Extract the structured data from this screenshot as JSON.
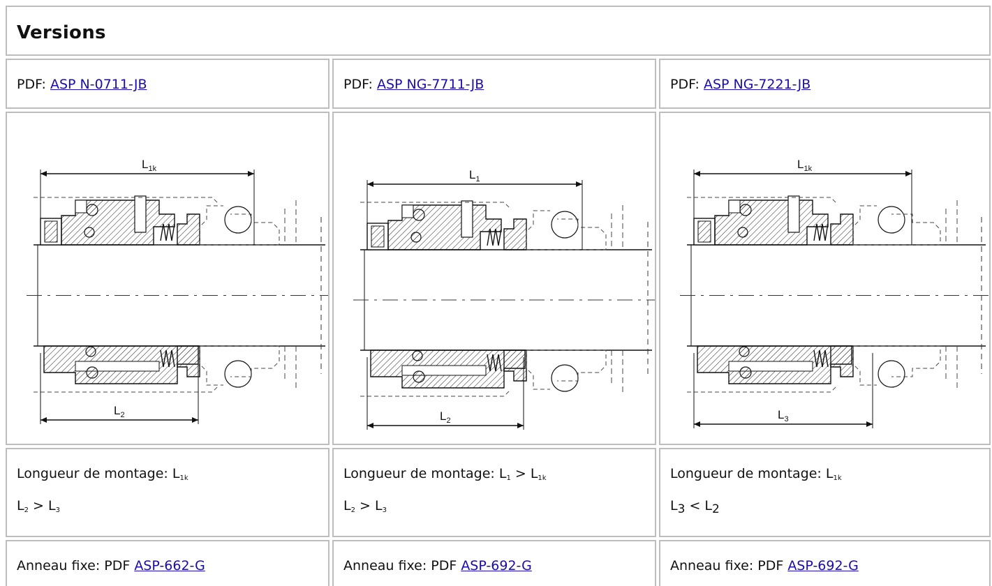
{
  "header": {
    "title": "Versions"
  },
  "columns": [
    {
      "pdf_prefix": "PDF: ",
      "pdf_link": "ASP N-0711-JB",
      "drawing": {
        "top_dim": "L",
        "top_sub": "1k",
        "bottom_dim": "L",
        "bottom_sub": "2"
      },
      "mount_prefix": "Longueur de montage: ",
      "mount_parts": [
        {
          "t": "L",
          "s": "1k"
        }
      ],
      "relation_parts": [
        {
          "t": "L",
          "s": "2"
        },
        {
          "t": " > "
        },
        {
          "t": "L",
          "s": "3"
        }
      ],
      "ring_prefix": "Anneau fixe: PDF ",
      "ring_link": "ASP-662-G"
    },
    {
      "pdf_prefix": "PDF: ",
      "pdf_link": "ASP NG-7711-JB",
      "drawing": {
        "top_dim": "L",
        "top_sub": "1",
        "bottom_dim": "L",
        "bottom_sub": "2"
      },
      "mount_prefix": "Longueur de montage: ",
      "mount_parts": [
        {
          "t": "L",
          "s": "1"
        },
        {
          "t": " > "
        },
        {
          "t": "L",
          "s": "1k"
        }
      ],
      "relation_parts": [
        {
          "t": "L",
          "s": "2"
        },
        {
          "t": " > "
        },
        {
          "t": "L",
          "s": "3"
        }
      ],
      "ring_prefix": "Anneau fixe: PDF ",
      "ring_link": "ASP-692-G"
    },
    {
      "pdf_prefix": "PDF: ",
      "pdf_link": "ASP NG-7221-JB",
      "drawing": {
        "top_dim": "L",
        "top_sub": "1k",
        "bottom_dim": "L",
        "bottom_sub": "3"
      },
      "mount_prefix": "Longueur de montage: ",
      "mount_parts": [
        {
          "t": "L",
          "s": "1k"
        }
      ],
      "relation_parts": [
        {
          "t": "L",
          "s": "3",
          "big": true
        },
        {
          "t": " < "
        },
        {
          "t": "L",
          "s": "2",
          "big": true
        }
      ],
      "ring_prefix": "Anneau fixe: PDF ",
      "ring_link": "ASP-692-G"
    }
  ]
}
